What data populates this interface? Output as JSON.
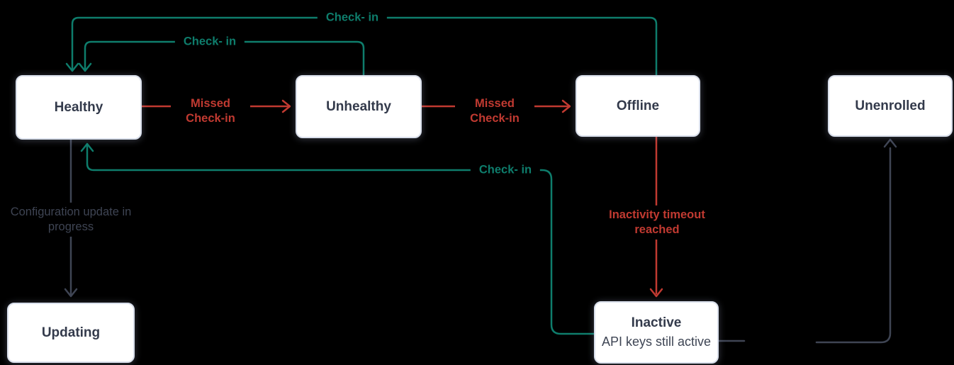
{
  "diagram": {
    "background_color": "#000000",
    "colors": {
      "checkin_teal": "#0e7d6c",
      "missed_red": "#c13a31",
      "neutral_gray": "#3f4554",
      "box_fill": "#ffffff",
      "box_border": "#d9dfeb",
      "box_text": "#333a4b"
    },
    "states": [
      {
        "id": "healthy",
        "label": "Healthy"
      },
      {
        "id": "unhealthy",
        "label": "Unhealthy"
      },
      {
        "id": "offline",
        "label": "Offline"
      },
      {
        "id": "unenrolled",
        "label": "Unenrolled"
      },
      {
        "id": "updating",
        "label": "Updating"
      },
      {
        "id": "inactive",
        "label": "Inactive",
        "sublabel": "API keys still active"
      }
    ],
    "transitions": [
      {
        "from": "healthy",
        "to": "unhealthy",
        "label": "Missed Check-in",
        "color": "#c13a31"
      },
      {
        "from": "unhealthy",
        "to": "offline",
        "label": "Missed Check-in",
        "color": "#c13a31"
      },
      {
        "from": "offline",
        "to": "healthy",
        "label": "Check- in",
        "color": "#0e7d6c"
      },
      {
        "from": "unhealthy",
        "to": "healthy",
        "label": "Check- in",
        "color": "#0e7d6c"
      },
      {
        "from": "inactive",
        "to": "healthy",
        "label": "Check- in",
        "color": "#0e7d6c"
      },
      {
        "from": "offline",
        "to": "inactive",
        "label": "Inactivity timeout reached",
        "color": "#c13a31"
      },
      {
        "from": "healthy",
        "to": "updating",
        "label": "Configuration update in progress",
        "color": "#3f4554"
      },
      {
        "from": "inactive",
        "to": "unenrolled",
        "label": "",
        "color": "#3f4554"
      }
    ]
  }
}
